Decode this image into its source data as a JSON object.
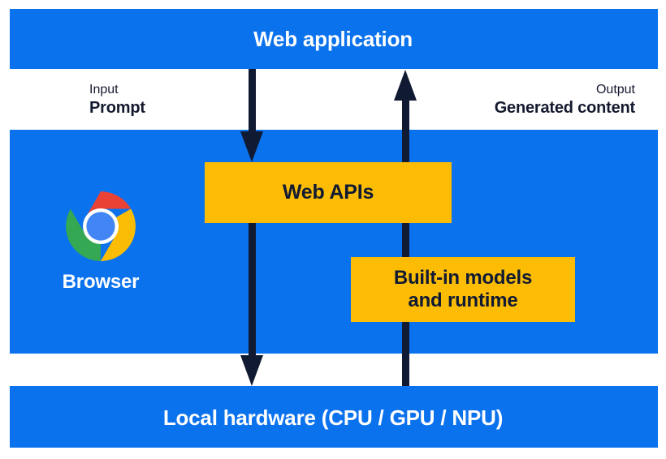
{
  "diagram": {
    "title": "Web application",
    "colors": {
      "blue": "#0B72EE",
      "yellow": "#FCBC04",
      "arrow_dark": "#101A33",
      "text_dark": "#141A2E",
      "text_light": "#FFFFFF"
    },
    "bands": {
      "top": {
        "label": "Web application"
      },
      "middle": {
        "label": "Browser"
      },
      "bottom": {
        "label": "Local hardware (CPU / GPU / NPU)"
      }
    },
    "io": {
      "input": {
        "kind": "Input",
        "value": "Prompt"
      },
      "output": {
        "kind": "Output",
        "value": "Generated content"
      }
    },
    "boxes": [
      {
        "id": "web-apis",
        "label": "Web APIs"
      },
      {
        "id": "built-in-models",
        "label": "Built-in models\nand runtime"
      }
    ],
    "icons": {
      "browser_logo": "chrome-logo-icon",
      "input_arrow": "arrow-down-icon",
      "output_arrow": "arrow-up-icon"
    },
    "browser": {
      "caption": "Browser"
    }
  }
}
